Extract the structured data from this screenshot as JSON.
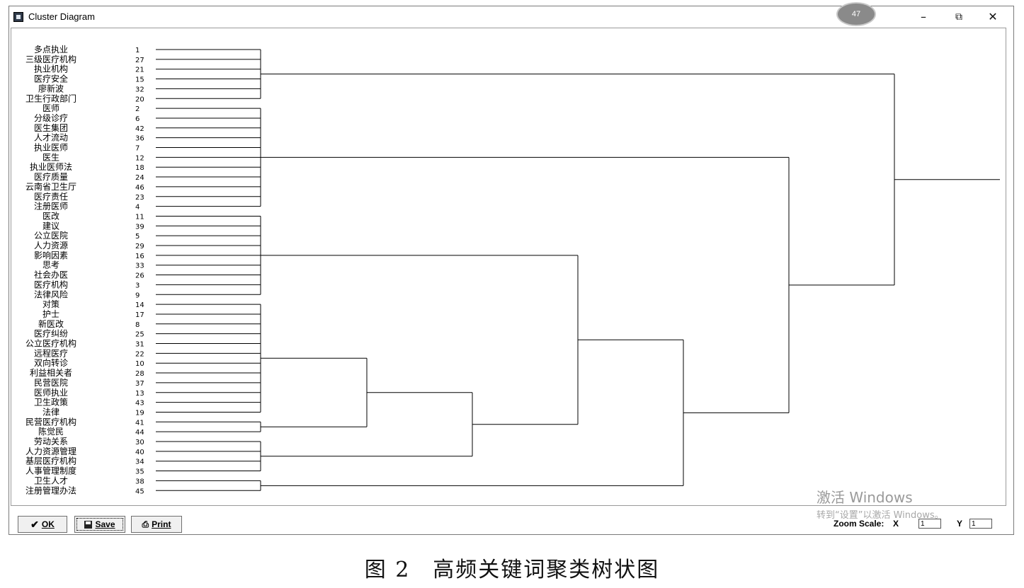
{
  "window": {
    "title": "Cluster Diagram",
    "badge": "47"
  },
  "controls": {
    "minimize": "–",
    "restore": "⧉",
    "close": "✕"
  },
  "buttons": {
    "ok": "OK",
    "save": "Save",
    "print": "Print"
  },
  "zoom": {
    "label": "Zoom Scale:",
    "x_label": "X",
    "x_value": "1",
    "y_label": "Y",
    "y_value": "1"
  },
  "watermark": {
    "line1": "激活 Windows",
    "line2": "转到“设置”以激活 Windows。"
  },
  "caption": "图 2　高频关键词聚类树状图",
  "dendrogram": {
    "leaves": [
      {
        "label": "多点执业",
        "id": "1"
      },
      {
        "label": "三级医疗机构",
        "id": "27"
      },
      {
        "label": "执业机构",
        "id": "21"
      },
      {
        "label": "医疗安全",
        "id": "15"
      },
      {
        "label": "廖新波",
        "id": "32"
      },
      {
        "label": "卫生行政部门",
        "id": "20"
      },
      {
        "label": "医师",
        "id": "2"
      },
      {
        "label": "分级诊疗",
        "id": "6"
      },
      {
        "label": "医生集团",
        "id": "42"
      },
      {
        "label": "人才流动",
        "id": "36"
      },
      {
        "label": "执业医师",
        "id": "7"
      },
      {
        "label": "医生",
        "id": "12"
      },
      {
        "label": "执业医师法",
        "id": "18"
      },
      {
        "label": "医疗质量",
        "id": "24"
      },
      {
        "label": "云南省卫生厅",
        "id": "46"
      },
      {
        "label": "医疗责任",
        "id": "23"
      },
      {
        "label": "注册医师",
        "id": "4"
      },
      {
        "label": "医改",
        "id": "11"
      },
      {
        "label": "建议",
        "id": "39"
      },
      {
        "label": "公立医院",
        "id": "5"
      },
      {
        "label": "人力资源",
        "id": "29"
      },
      {
        "label": "影响因素",
        "id": "16"
      },
      {
        "label": "思考",
        "id": "33"
      },
      {
        "label": "社会办医",
        "id": "26"
      },
      {
        "label": "医疗机构",
        "id": "3"
      },
      {
        "label": "法律风险",
        "id": "9"
      },
      {
        "label": "对策",
        "id": "14"
      },
      {
        "label": "护士",
        "id": "17"
      },
      {
        "label": "新医改",
        "id": "8"
      },
      {
        "label": "医疗纠纷",
        "id": "25"
      },
      {
        "label": "公立医疗机构",
        "id": "31"
      },
      {
        "label": "远程医疗",
        "id": "22"
      },
      {
        "label": "双向转诊",
        "id": "10"
      },
      {
        "label": "利益相关者",
        "id": "28"
      },
      {
        "label": "民营医院",
        "id": "37"
      },
      {
        "label": "医师执业",
        "id": "13"
      },
      {
        "label": "卫生政策",
        "id": "43"
      },
      {
        "label": "法律",
        "id": "19"
      },
      {
        "label": "民营医疗机构",
        "id": "41"
      },
      {
        "label": "陈觉民",
        "id": "44"
      },
      {
        "label": "劳动关系",
        "id": "30"
      },
      {
        "label": "人力资源管理",
        "id": "40"
      },
      {
        "label": "基层医疗机构",
        "id": "34"
      },
      {
        "label": "人事管理制度",
        "id": "35"
      },
      {
        "label": "卫生人才",
        "id": "38"
      },
      {
        "label": "注册管理办法",
        "id": "45"
      }
    ]
  }
}
